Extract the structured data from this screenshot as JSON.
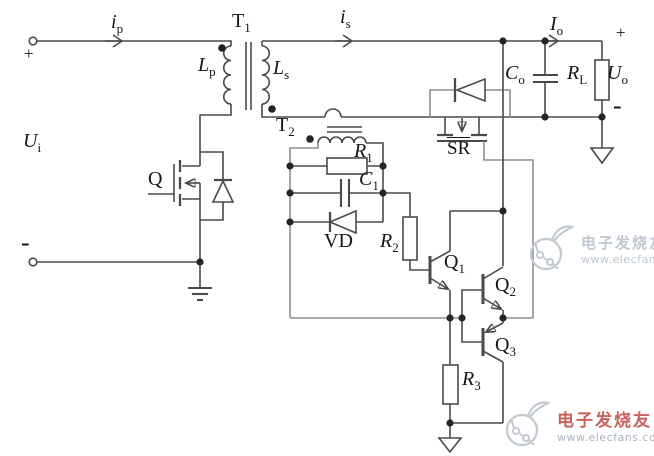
{
  "labels": {
    "ip": {
      "main": "i",
      "sub": "p"
    },
    "is": {
      "main": "i",
      "sub": "s"
    },
    "io": {
      "main": "I",
      "sub": "o"
    },
    "t1": {
      "main": "T",
      "sub": "1"
    },
    "t2": {
      "main": "T",
      "sub": "2"
    },
    "lp": {
      "main": "L",
      "sub": "p"
    },
    "ls": {
      "main": "L",
      "sub": "s"
    },
    "ui": {
      "main": "U",
      "sub": "i"
    },
    "uo": {
      "main": "U",
      "sub": "o"
    },
    "co": {
      "main": "C",
      "sub": "o"
    },
    "rl": {
      "main": "R",
      "sub": "L"
    },
    "q": {
      "main": "Q"
    },
    "q1": {
      "main": "Q",
      "sub": "1"
    },
    "q2": {
      "main": "Q",
      "sub": "2"
    },
    "q3": {
      "main": "Q",
      "sub": "3"
    },
    "r1": {
      "main": "R",
      "sub": "1"
    },
    "r2": {
      "main": "R",
      "sub": "2"
    },
    "r3": {
      "main": "R",
      "sub": "3"
    },
    "c1": {
      "main": "C",
      "sub": "1"
    },
    "vd": {
      "main": "VD"
    },
    "sr": {
      "main": "SR"
    }
  },
  "terminals": {
    "input_plus": "+",
    "input_minus": "-",
    "output_plus": "+",
    "output_minus": "-"
  },
  "watermark": {
    "brand_text": "电子发烧友",
    "url_text": "www.elecfans.com",
    "brand_color_mid": "#bfc7d1",
    "brand_color_bottom": "#c9625a",
    "url_color": "#a9b3bf",
    "logo_color": "#c3c9d2"
  },
  "palette": {
    "wire_dark": "#4a4a4a",
    "wire_gray": "#8f8f8f",
    "background": "#ffffff"
  }
}
